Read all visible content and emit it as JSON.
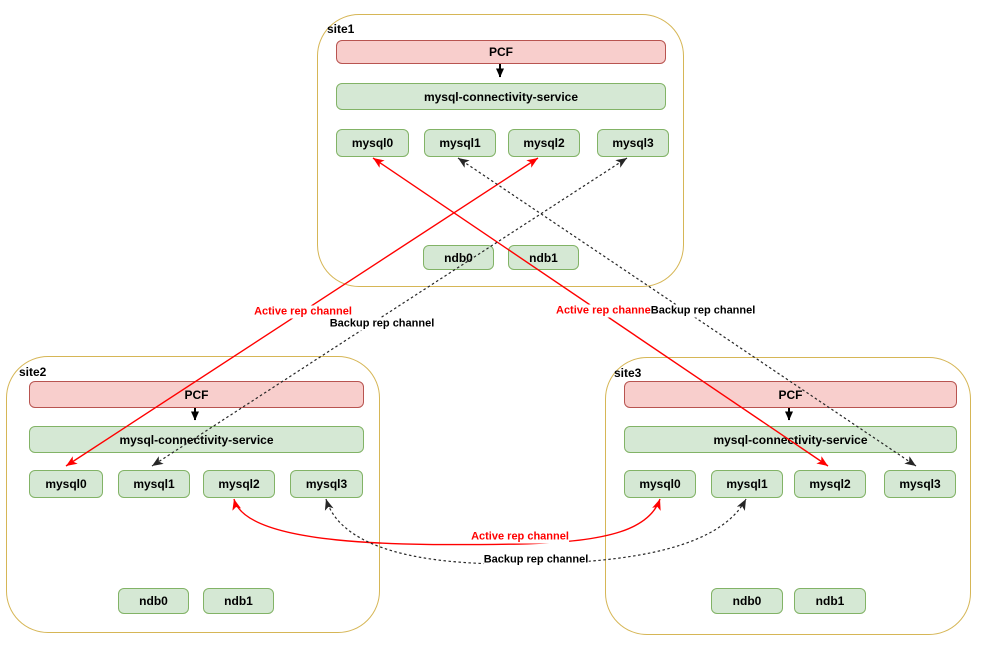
{
  "diagram": {
    "sites": [
      {
        "name": "site1",
        "pcf_label": "PCF",
        "service_label": "mysql-connectivity-service",
        "mysql_nodes": [
          "mysql0",
          "mysql1",
          "mysql2",
          "mysql3"
        ],
        "ndb_nodes": [
          "ndb0",
          "ndb1"
        ]
      },
      {
        "name": "site2",
        "pcf_label": "PCF",
        "service_label": "mysql-connectivity-service",
        "mysql_nodes": [
          "mysql0",
          "mysql1",
          "mysql2",
          "mysql3"
        ],
        "ndb_nodes": [
          "ndb0",
          "ndb1"
        ]
      },
      {
        "name": "site3",
        "pcf_label": "PCF",
        "service_label": "mysql-connectivity-service",
        "mysql_nodes": [
          "mysql0",
          "mysql1",
          "mysql2",
          "mysql3"
        ],
        "ndb_nodes": [
          "ndb0",
          "ndb1"
        ]
      }
    ],
    "edge_labels": {
      "left_active": "Active rep channel",
      "left_backup": "Backup rep channel",
      "right_active": "Active rep channe",
      "right_backup": "Backup rep channel",
      "bottom_active": "Active rep channel",
      "bottom_backup": "Backup rep channel"
    },
    "edges": [
      {
        "type": "active",
        "from": "site1.mysql0",
        "to": "site3.mysql2"
      },
      {
        "type": "active",
        "from": "site1.mysql2",
        "to": "site2.mysql0"
      },
      {
        "type": "backup",
        "from": "site1.mysql1",
        "to": "site3.mysql3"
      },
      {
        "type": "backup",
        "from": "site1.mysql3",
        "to": "site2.mysql1"
      },
      {
        "type": "active",
        "from": "site2.mysql2",
        "to": "site3.mysql0"
      },
      {
        "type": "backup",
        "from": "site2.mysql3",
        "to": "site3.mysql1"
      },
      {
        "type": "flow",
        "from": "site1.pcf",
        "to": "site1.service"
      },
      {
        "type": "flow",
        "from": "site2.pcf",
        "to": "site2.service"
      },
      {
        "type": "flow",
        "from": "site3.pcf",
        "to": "site3.service"
      }
    ],
    "colors": {
      "active_channel": "#ff0000",
      "backup_channel": "#262626",
      "site_border": "#d6b656",
      "node_fill": "#d5e8d4",
      "node_border": "#82b366",
      "pcf_fill": "#f8cecc",
      "pcf_border": "#b85450"
    }
  }
}
